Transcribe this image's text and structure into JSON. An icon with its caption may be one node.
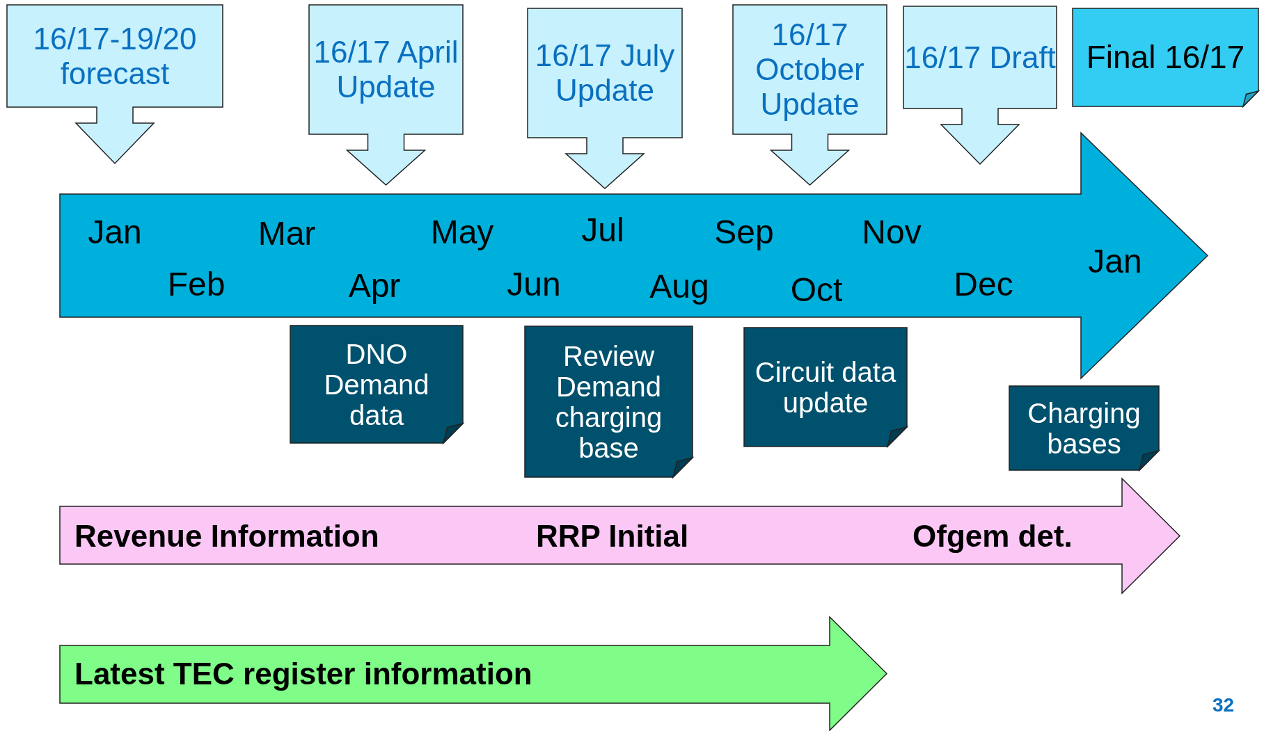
{
  "diagram": {
    "nodes": [
      {
        "text": [
          "16/17-19/20 forecast"
        ]
      },
      {
        "text": [
          "16/17 April Update"
        ]
      },
      {
        "text": [
          "16/17 July Update"
        ]
      },
      {
        "text": [
          "16/17 October Update"
        ]
      },
      {
        "text": [
          "16/17 Draft"
        ]
      },
      {
        "text": [
          "Final 16/17"
        ]
      },
      {
        "text": [
          "Jan",
          "Feb",
          "Mar",
          "Apr",
          "May",
          "Jun",
          "Jul",
          "Aug",
          "Sep",
          "Oct",
          "Nov",
          "Dec",
          "Jan"
        ]
      },
      {
        "text": [
          "DNO Demand data"
        ]
      },
      {
        "text": [
          "Review Demand charging base"
        ]
      },
      {
        "text": [
          "Circuit data update"
        ]
      },
      {
        "text": [
          "Charging bases"
        ]
      },
      {
        "text": [
          "Revenue Information",
          "RRP Initial",
          "Ofgem det."
        ]
      },
      {
        "text": [
          "Latest TEC register information"
        ]
      }
    ],
    "labels": [
      "32"
    ]
  }
}
